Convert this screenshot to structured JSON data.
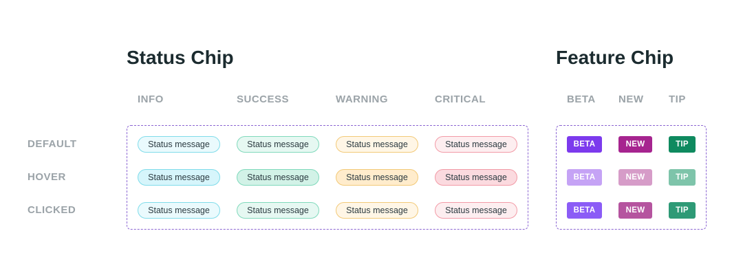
{
  "status_section": {
    "title": "Status Chip",
    "columns": [
      "INFO",
      "SUCCESS",
      "WARNING",
      "CRITICAL"
    ],
    "rows": [
      "DEFAULT",
      "HOVER",
      "CLICKED"
    ],
    "chip_label": "Status message",
    "colors": {
      "info": {
        "default": {
          "bg": "#eafafd",
          "border": "#7fdcea"
        },
        "hover": {
          "bg": "#d6f5fb",
          "border": "#7fdcea"
        },
        "clicked": {
          "bg": "#eafafd",
          "border": "#7fdcea"
        }
      },
      "success": {
        "default": {
          "bg": "#e6f8f2",
          "border": "#7fd9bb"
        },
        "hover": {
          "bg": "#d2f2e7",
          "border": "#7fd9bb"
        },
        "clicked": {
          "bg": "#e6f8f2",
          "border": "#7fd9bb"
        }
      },
      "warning": {
        "default": {
          "bg": "#fff6e6",
          "border": "#f2c977"
        },
        "hover": {
          "bg": "#ffeccc",
          "border": "#f2c977"
        },
        "clicked": {
          "bg": "#fff6e6",
          "border": "#f2c977"
        }
      },
      "critical": {
        "default": {
          "bg": "#fdeef0",
          "border": "#f29aa6"
        },
        "hover": {
          "bg": "#fbdadf",
          "border": "#f29aa6"
        },
        "clicked": {
          "bg": "#fdeef0",
          "border": "#f29aa6"
        }
      }
    },
    "frame_color": "#8a63d2"
  },
  "feature_section": {
    "title": "Feature Chip",
    "columns": [
      "BETA",
      "NEW",
      "TIP"
    ],
    "chips": {
      "beta": {
        "label": "BETA",
        "default": "#7c3aed",
        "hover": "#c5a3f5",
        "clicked": "#8b5cf6"
      },
      "new": {
        "label": "NEW",
        "default": "#a6248f",
        "hover": "#d69cc8",
        "clicked": "#b5549f"
      },
      "tip": {
        "label": "TIP",
        "default": "#0f8a5f",
        "hover": "#7ec4aa",
        "clicked": "#2e9a76"
      }
    }
  }
}
